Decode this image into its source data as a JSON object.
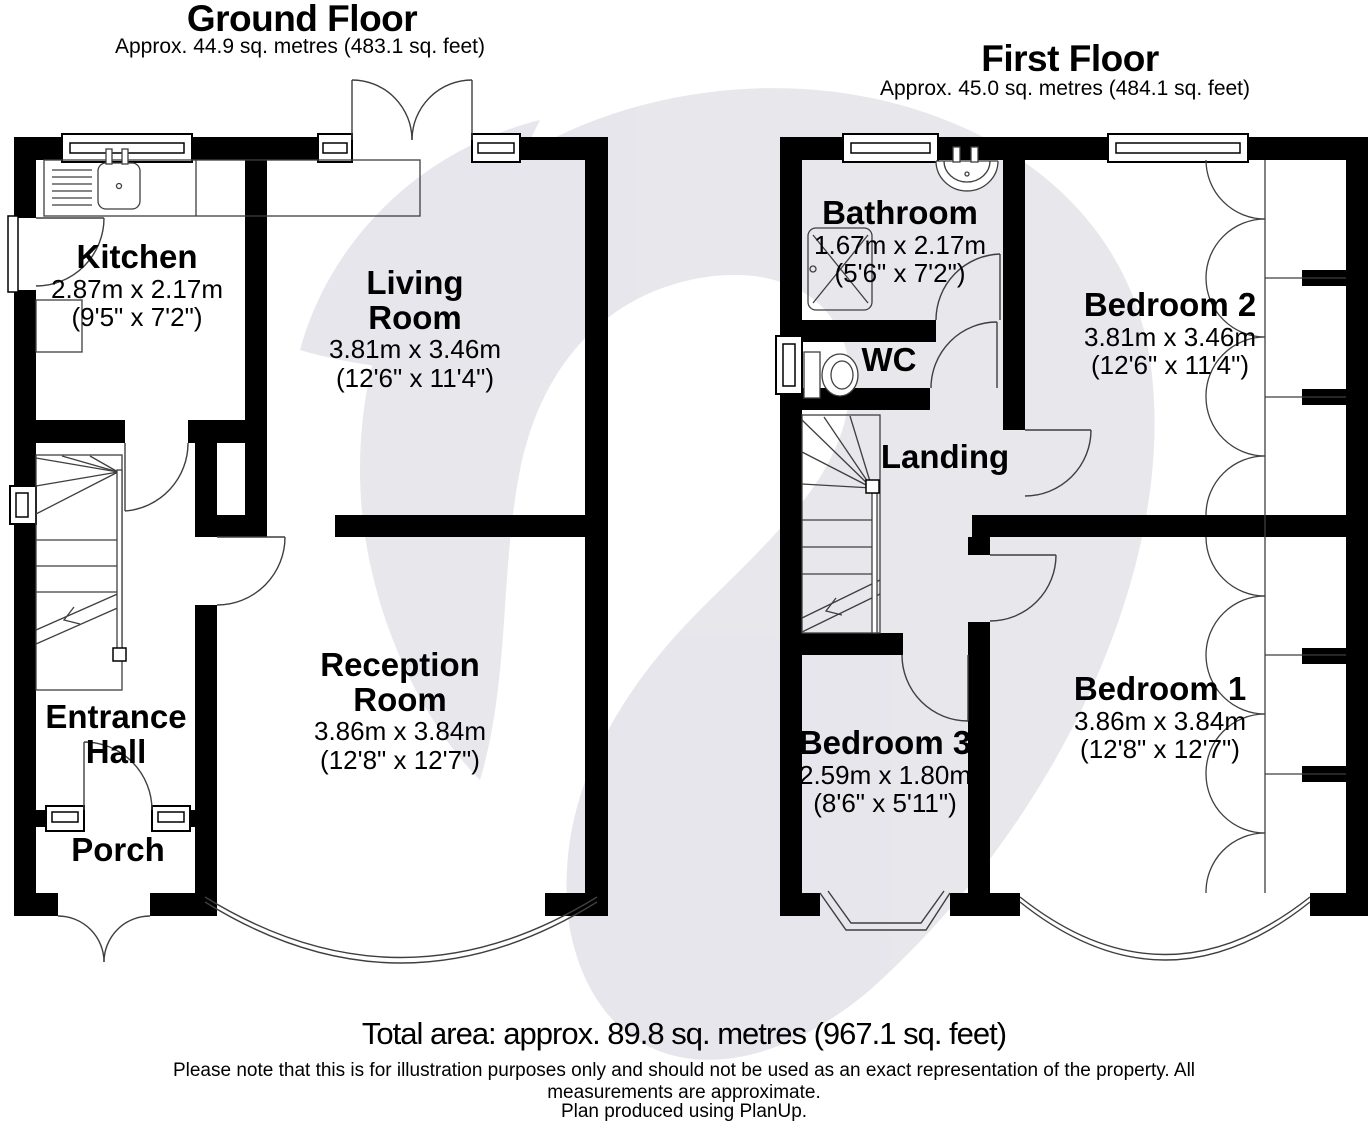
{
  "ground_floor": {
    "title": "Ground Floor",
    "subtitle": "Approx. 44.9 sq. metres (483.1 sq. feet)",
    "rooms": {
      "kitchen": {
        "name": "Kitchen",
        "dims_m": "2.87m x 2.17m",
        "dims_ft": "(9'5\" x 7'2\")"
      },
      "living_room": {
        "name": "Living Room",
        "dims_m": "3.81m x 3.46m",
        "dims_ft": "(12'6\" x 11'4\")"
      },
      "reception_room": {
        "name": "Reception Room",
        "dims_m": "3.86m x 3.84m",
        "dims_ft": "(12'8\" x 12'7\")"
      },
      "entrance_hall": {
        "name": "Entrance Hall"
      },
      "porch": {
        "name": "Porch"
      }
    }
  },
  "first_floor": {
    "title": "First Floor",
    "subtitle": "Approx. 45.0 sq. metres (484.1 sq. feet)",
    "rooms": {
      "bathroom": {
        "name": "Bathroom",
        "dims_m": "1.67m x 2.17m",
        "dims_ft": "(5'6\" x 7'2\")"
      },
      "wc": {
        "name": "WC"
      },
      "bedroom2": {
        "name": "Bedroom 2",
        "dims_m": "3.81m x 3.46m",
        "dims_ft": "(12'6\" x 11'4\")"
      },
      "landing": {
        "name": "Landing"
      },
      "bedroom3": {
        "name": "Bedroom 3",
        "dims_m": "2.59m x 1.80m",
        "dims_ft": "(8'6\" x 5'11\")"
      },
      "bedroom1": {
        "name": "Bedroom 1",
        "dims_m": "3.86m x 3.84m",
        "dims_ft": "(12'8\" x 12'7\")"
      }
    }
  },
  "footer": {
    "total_area": "Total area: approx. 89.8 sq. metres (967.1 sq. feet)",
    "disclaimer": "Please note that this is for illustration purposes only and should not be used as an exact representation of the property. All measurements are approximate.",
    "credit": "Plan produced using PlanUp."
  },
  "colors": {
    "background": "#ffffff",
    "wall": "#000000",
    "line": "#3f3f3f",
    "watermark": "#d8d8e1"
  }
}
